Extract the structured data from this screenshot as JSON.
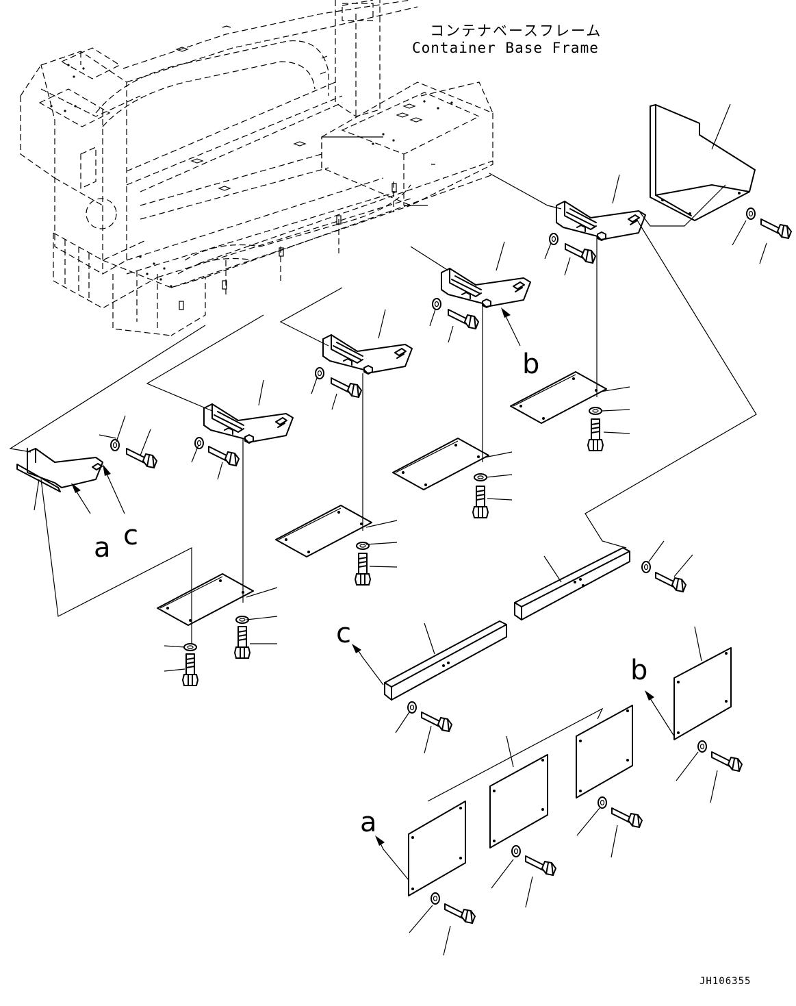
{
  "header": {
    "title_japanese": "コンテナベースフレーム",
    "title_english": "Container Base Frame"
  },
  "reference_letters": {
    "a_left": "a",
    "c_left": "c",
    "b_mid": "b",
    "c_lower": "c",
    "b_lower": "b",
    "a_lower": "a"
  },
  "footer": {
    "drawing_id": "JH106355"
  }
}
